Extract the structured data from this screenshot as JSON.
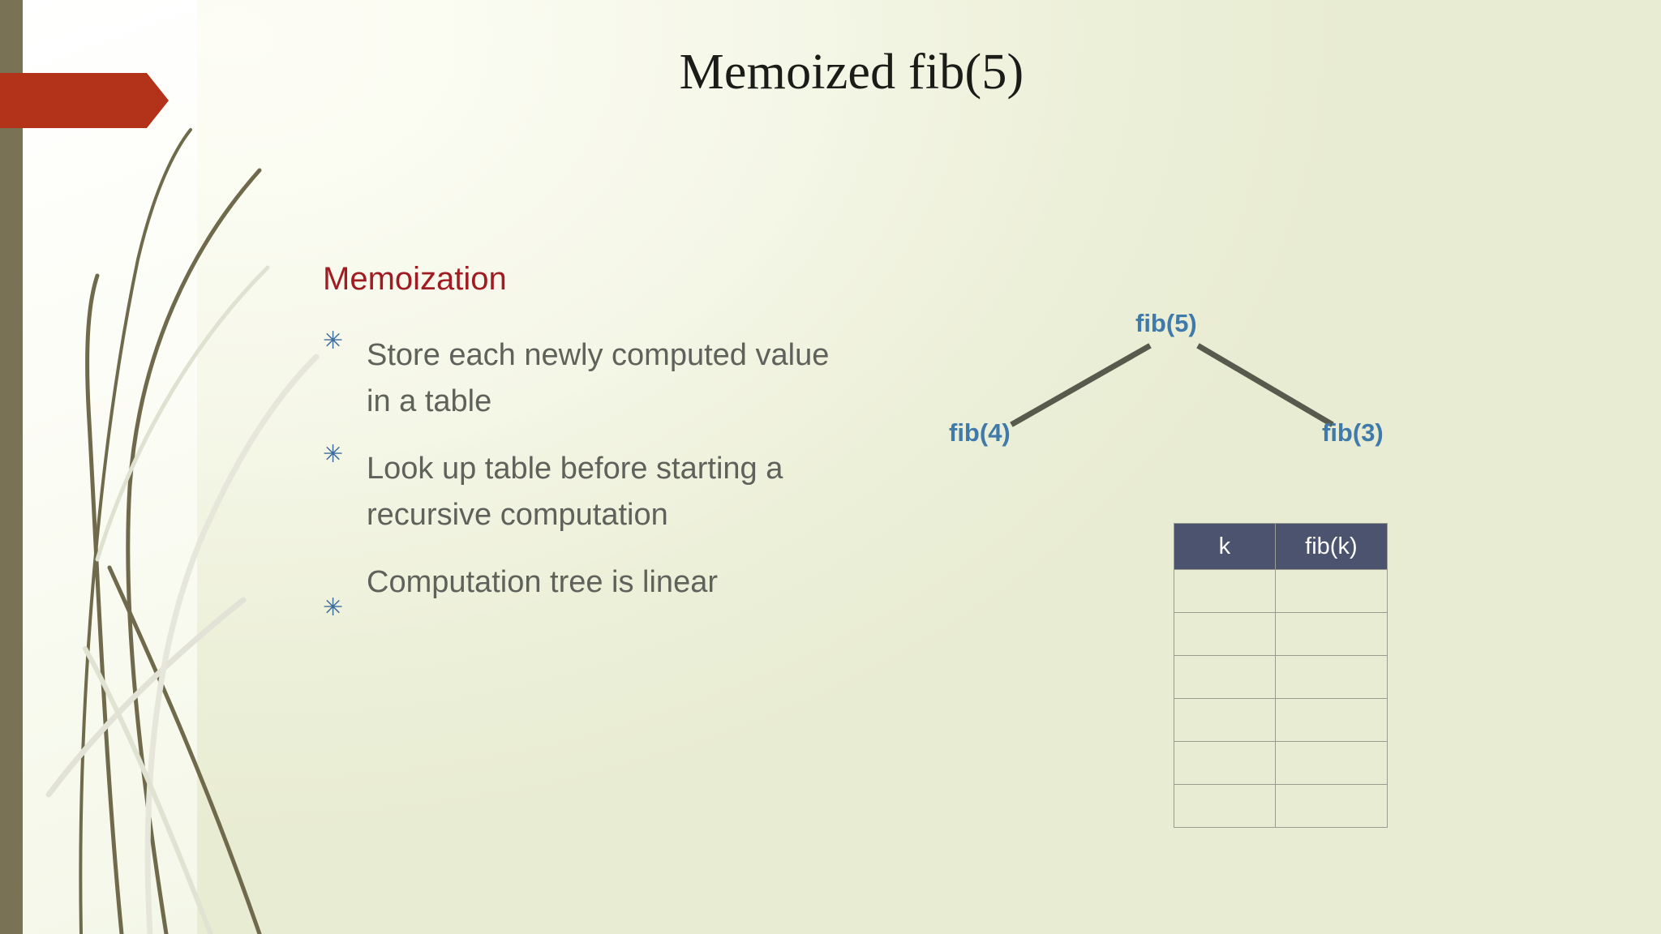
{
  "slide": {
    "title": "Memoized fib(5)",
    "subhead": "Memoization",
    "bullets": [
      {
        "text": "Store each newly computed value in a table",
        "bullet_glyph": "✳"
      },
      {
        "text": "Look up table before starting a recursive computation",
        "bullet_glyph": "✳"
      },
      {
        "text": "Computation tree is linear",
        "bullet_glyph": "✳"
      }
    ]
  },
  "tree": {
    "root": "fib(5)",
    "left_child": "fib(4)",
    "right_child": "fib(3)"
  },
  "memo_table": {
    "headers": [
      "k",
      "fib(k)"
    ],
    "rows": [
      [
        "",
        ""
      ],
      [
        "",
        ""
      ],
      [
        "",
        ""
      ],
      [
        "",
        ""
      ],
      [
        "",
        ""
      ],
      [
        "",
        ""
      ]
    ]
  },
  "colors": {
    "accent_red": "#b3321a",
    "subhead_red": "#a01c22",
    "node_blue": "#3f7aab",
    "bullet_blue": "#3f6d9c",
    "body_gray": "#5e625a",
    "table_header": "#4c536e",
    "left_bar_olive": "#7a7255",
    "connector": "#575a4c"
  }
}
